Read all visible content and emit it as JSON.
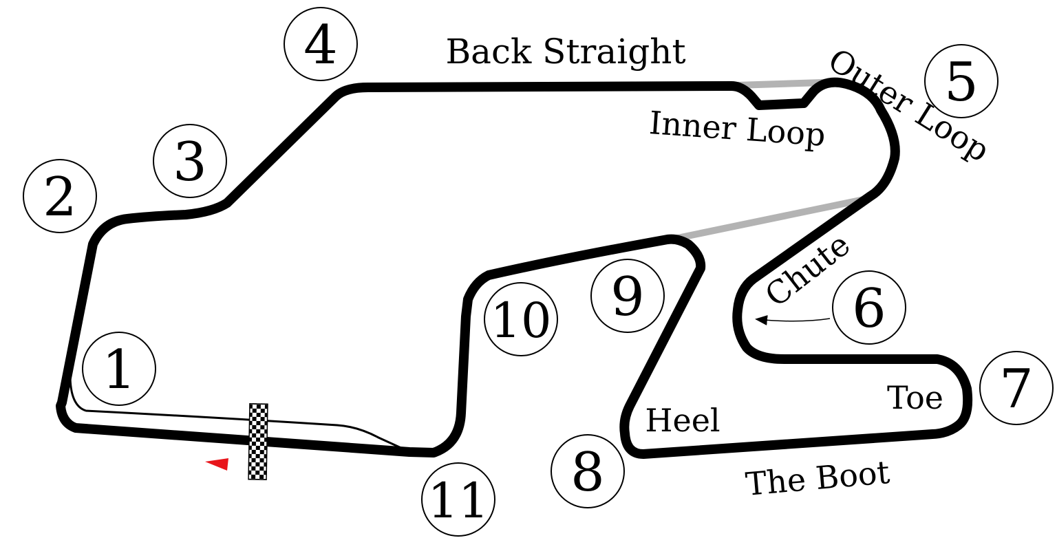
{
  "colors": {
    "track": "#000000",
    "alternate_route": "#b3b3b3",
    "direction_marker": "#e8151b",
    "background": "#ffffff"
  },
  "labels": {
    "back_straight": "Back Straight",
    "inner_loop": "Inner Loop",
    "outer_loop": "Outer Loop",
    "chute": "Chute",
    "toe": "Toe",
    "heel": "Heel",
    "the_boot": "The Boot"
  },
  "corners": [
    "1",
    "2",
    "3",
    "4",
    "5",
    "6",
    "7",
    "8",
    "9",
    "10",
    "11"
  ],
  "icons": {
    "finish": "checkered-flag-icon",
    "direction": "direction-arrow-icon"
  }
}
